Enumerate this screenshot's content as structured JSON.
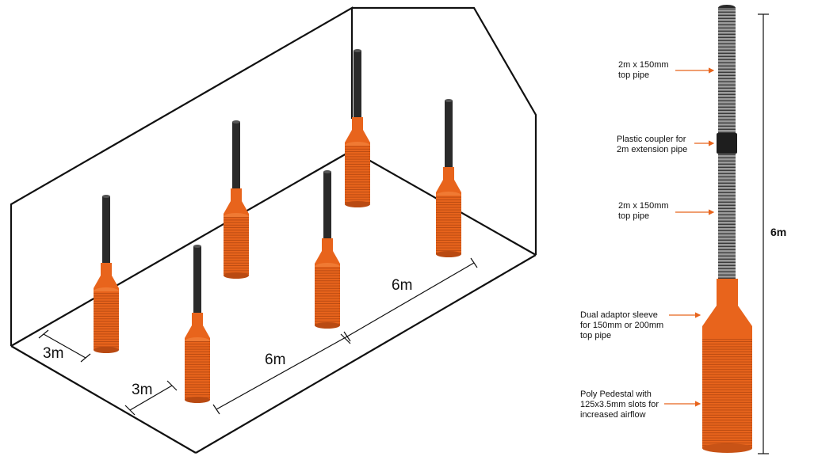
{
  "colors": {
    "pedestal_orange": "#e8641c",
    "pedestal_dark": "#b94a12",
    "pipe_black": "#2a2a2a",
    "pipe_grey": "#8a8a8a",
    "arrow_orange": "#e8641c",
    "outline": "#111111"
  },
  "layout_diagram": {
    "dimensions": {
      "spacing_left_front": "3m",
      "spacing_left_back": "3m",
      "spacing_front_row": "6m",
      "spacing_back_row": "6m"
    },
    "pedestal_count": 6
  },
  "pedestal_diagram": {
    "height_label": "6m",
    "callouts": [
      {
        "id": "top-pipe-upper",
        "text": "2m x 150mm\ntop pipe"
      },
      {
        "id": "plastic-coupler",
        "text": "Plastic coupler for\n2m extension pipe"
      },
      {
        "id": "top-pipe-lower",
        "text": "2m x 150mm\ntop pipe"
      },
      {
        "id": "dual-adaptor-sleeve",
        "text": "Dual adaptor sleeve\nfor 150mm or 200mm\ntop pipe"
      },
      {
        "id": "poly-pedestal",
        "text": "Poly Pedestal with\n125x3.5mm slots for\nincreased airflow"
      }
    ]
  }
}
